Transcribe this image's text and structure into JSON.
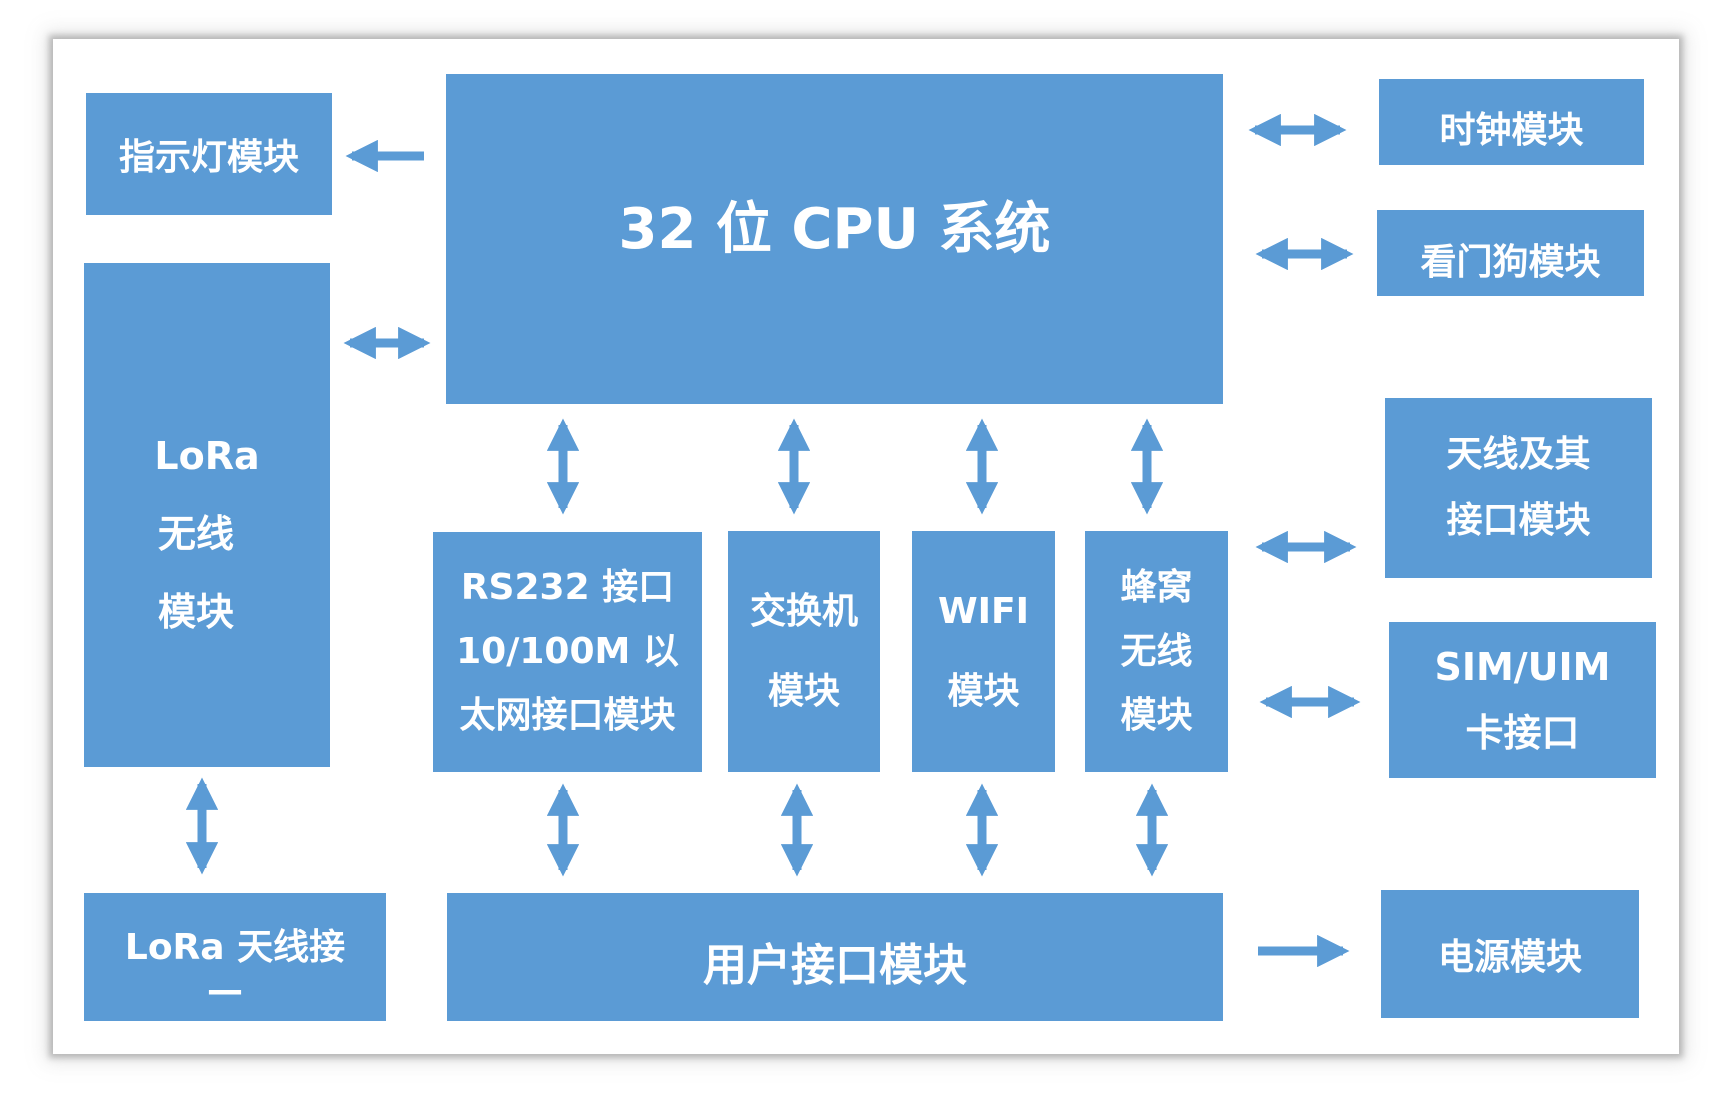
{
  "diagram": {
    "cpu": "32 位 CPU 系统",
    "indicator": "指示灯模块",
    "lora_wireless": [
      "LoRa",
      "无线",
      "模块"
    ],
    "lora_antenna": [
      "LoRa 天线接",
      "—"
    ],
    "clock": "时钟模块",
    "watchdog": "看门狗模块",
    "antenna": [
      "天线及其",
      "接口模块"
    ],
    "sim": [
      "SIM/UIM",
      "卡接口"
    ],
    "power": "电源模块",
    "rs232": [
      "RS232 接口",
      "10/100M 以",
      "太网接口模块"
    ],
    "switch": [
      "交换机",
      "模块"
    ],
    "wifi": [
      "WIFI",
      "模块"
    ],
    "cellular": [
      "蜂窝",
      "无线",
      "模块"
    ],
    "user_interface": "用户接口模块"
  },
  "colors": {
    "box_fill": "#5b9bd5",
    "arrow": "#5b9bd5",
    "text": "#ffffff"
  }
}
